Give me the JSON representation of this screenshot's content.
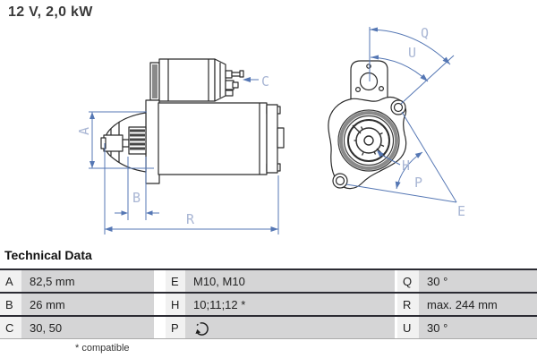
{
  "title": "12 V, 2,0 kW",
  "drawings": {
    "colors": {
      "dimension_line": "#5577b4",
      "dimension_label": "#a9b6d4",
      "outline": "#2b2b2b",
      "gray_ring": "#8a8a8a"
    },
    "side_view": {
      "description": "starter motor side view",
      "labels": {
        "A": "A",
        "B": "B",
        "C": "C",
        "R": "R"
      }
    },
    "front_view": {
      "description": "starter motor mounting flange front view",
      "labels": {
        "Q": "Q",
        "U": "U",
        "H": "H",
        "P": "P",
        "E": "E"
      }
    }
  },
  "technical_data": {
    "heading": "Technical Data",
    "rows": [
      {
        "k1": "A",
        "v1": "82,5 mm",
        "k2": "E",
        "v2": "M10, M10",
        "k3": "Q",
        "v3": "30 °"
      },
      {
        "k1": "B",
        "v1": "26 mm",
        "k2": "H",
        "v2": "10;11;12 *",
        "k3": "R",
        "v3": "max. 244 mm"
      },
      {
        "k1": "C",
        "v1": "30, 50",
        "k2": "P",
        "v2": "",
        "k3": "U",
        "v3": "30 °",
        "v2_icon": "rotation-direction-icon"
      }
    ],
    "footnote": "* compatible"
  }
}
